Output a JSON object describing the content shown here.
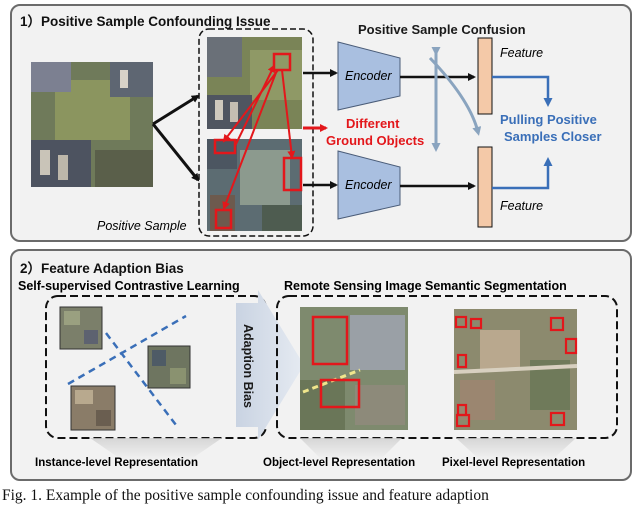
{
  "panel1": {
    "title": "1）Positive Sample Confounding Issue",
    "confusion_label": "Positive Sample Confusion",
    "encoder_top": "Encoder",
    "encoder_bottom": "Encoder",
    "feature_top": "Feature",
    "feature_bottom": "Feature",
    "different_line1": "Different",
    "different_line2": "Ground Objects",
    "pulling_line1": "Pulling Positive",
    "pulling_line2": "Samples Closer",
    "positive_sample": "Positive Sample"
  },
  "panel2": {
    "title": "2）Feature Adaption Bias",
    "left_heading": "Self-supervised Contrastive Learning",
    "right_heading": "Remote Sensing Image Semantic Segmentation",
    "adaption_bias": "Adaption Bias",
    "instance_label": "Instance-level Representation",
    "object_label": "Object-level Representation",
    "pixel_label": "Pixel-level Representation"
  },
  "caption": "Fig. 1.  Example of the positive sample confounding issue and feature adaption",
  "colors": {
    "red_accent": "#e3171b",
    "blue_accent": "#3a6fb8",
    "encoder_fill": "#a9bfe0",
    "feature_fill": "#f4c9a8",
    "panel_bg": "#f2f2f2"
  }
}
